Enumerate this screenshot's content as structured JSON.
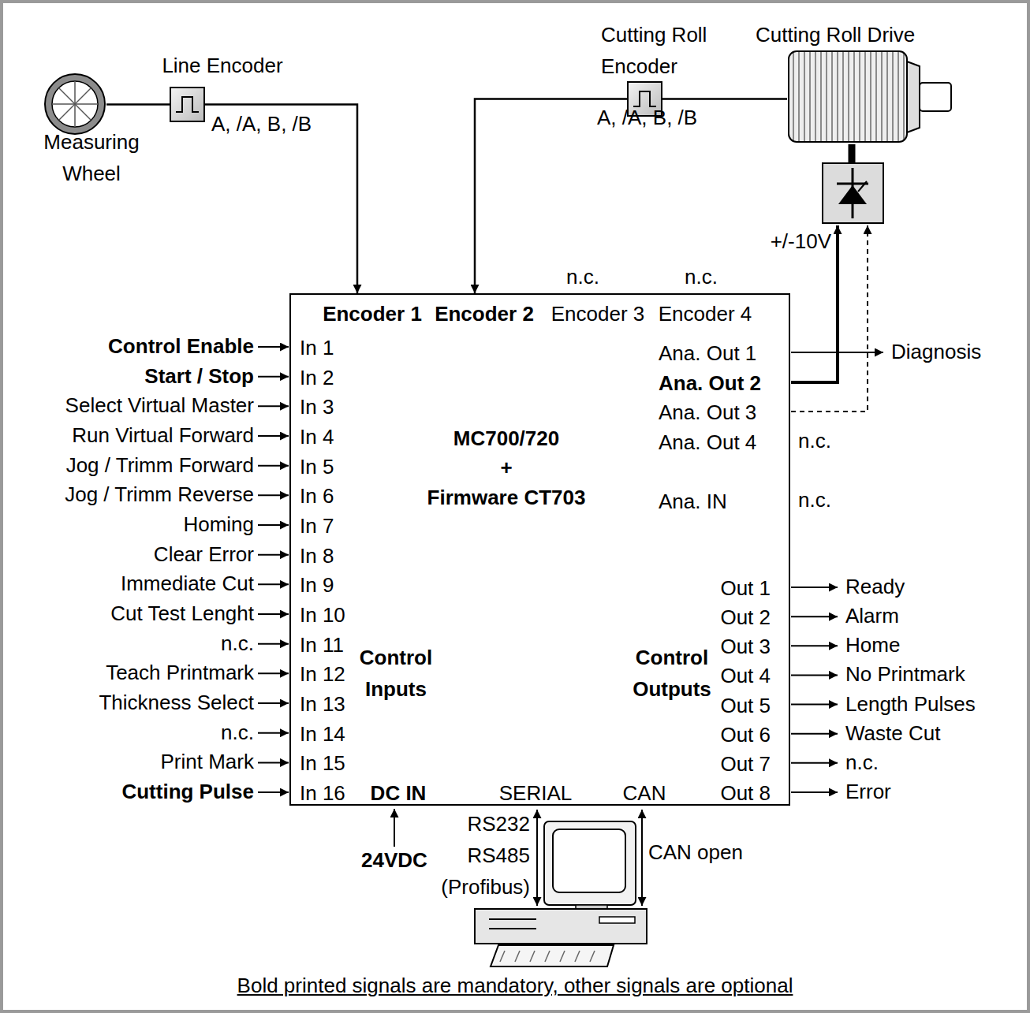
{
  "diagram": {
    "caption": "Bold printed signals are mandatory, other signals are optional",
    "nodes": [
      {
        "text": [
          "Measuring Wheel"
        ]
      },
      {
        "text": [
          "Line Encoder"
        ]
      },
      {
        "text": [
          "Cutting Roll Encoder"
        ]
      },
      {
        "text": [
          "Cutting Roll Drive"
        ]
      },
      {
        "text": [
          "MC700/720",
          "+",
          "Firmware CT703",
          "Encoder 1",
          "Encoder 2",
          "Encoder 3",
          "Encoder 4",
          "In 1",
          "In 2",
          "In 3",
          "In 4",
          "In 5",
          "In 6",
          "In 7",
          "In 8",
          "In 9",
          "In 10",
          "In 11",
          "In 12",
          "In 13",
          "In 14",
          "In 15",
          "In 16",
          "Control Inputs",
          "Control Outputs",
          "Ana. Out 1",
          "Ana. Out 2",
          "Ana. Out 3",
          "Ana. Out 4",
          "Ana. IN",
          "Out 1",
          "Out 2",
          "Out 3",
          "Out 4",
          "Out 5",
          "Out 6",
          "Out 7",
          "Out 8",
          "DC IN",
          "SERIAL",
          "CAN"
        ]
      }
    ],
    "edges": [
      {
        "from": 0,
        "to": 1,
        "arrow": "none"
      },
      {
        "from": 1,
        "to": 4,
        "arrow": "to"
      },
      {
        "from": 3,
        "to": 2,
        "arrow": "none"
      },
      {
        "from": 2,
        "to": 4,
        "arrow": "to"
      }
    ],
    "labels": [
      "A, /A, B, /B",
      "A, /A, B, /B",
      "n.c.",
      "n.c.",
      "+/-10V",
      "Diagnosis",
      "n.c.",
      "n.c.",
      "Control Enable",
      "Start / Stop",
      "Select Virtual Master",
      "Run Virtual Forward",
      "Jog / Trimm Forward",
      "Jog / Trimm Reverse",
      "Homing",
      "Clear Error",
      "Immediate Cut",
      "Cut Test Lenght",
      "n.c.",
      "Teach Printmark",
      "Thickness Select",
      "n.c.",
      "Print Mark",
      "Cutting Pulse",
      "Ready",
      "Alarm",
      "Home",
      "No Printmark",
      "Length Pulses",
      "Waste Cut",
      "n.c.",
      "Error",
      "24VDC",
      "RS232 RS485 (Profibus)",
      "CAN open"
    ]
  }
}
